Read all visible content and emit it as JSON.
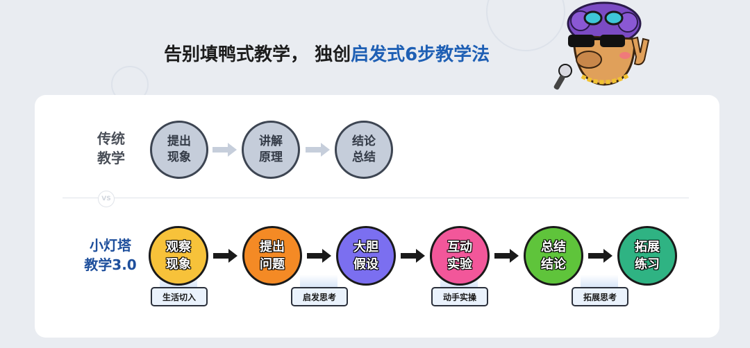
{
  "title": {
    "part1": "告别填鸭式教学，",
    "part2": "独创",
    "highlight": "启发式6步教学法"
  },
  "traditional": {
    "label_line1": "传统",
    "label_line2": "教学",
    "steps": [
      {
        "line1": "提出",
        "line2": "现象"
      },
      {
        "line1": "讲解",
        "line2": "原理"
      },
      {
        "line1": "结论",
        "line2": "总结"
      }
    ]
  },
  "vs_text": "VS",
  "new_method": {
    "label_line1": "小灯塔",
    "label_line2": "教学3.0",
    "steps": [
      {
        "line1": "观察",
        "line2": "现象",
        "color": "#f7c23a"
      },
      {
        "line1": "提出",
        "line2": "问题",
        "color": "#f48a25"
      },
      {
        "line1": "大胆",
        "line2": "假设",
        "color": "#7b6ff0"
      },
      {
        "line1": "互动",
        "line2": "实验",
        "color": "#f2579a"
      },
      {
        "line1": "总结",
        "line2": "结论",
        "color": "#5fc43b"
      },
      {
        "line1": "拓展",
        "line2": "练习",
        "color": "#2fb383"
      }
    ],
    "tags": [
      "生活切入",
      "启发思考",
      "动手实操",
      "拓展思考"
    ]
  },
  "colors": {
    "highlight": "#1e5fb4",
    "new_label": "#1e4f9c",
    "traditional_fill": "#c5cdda",
    "arrow_gray": "#c6cedb",
    "arrow_dark": "#1a1a1a"
  }
}
